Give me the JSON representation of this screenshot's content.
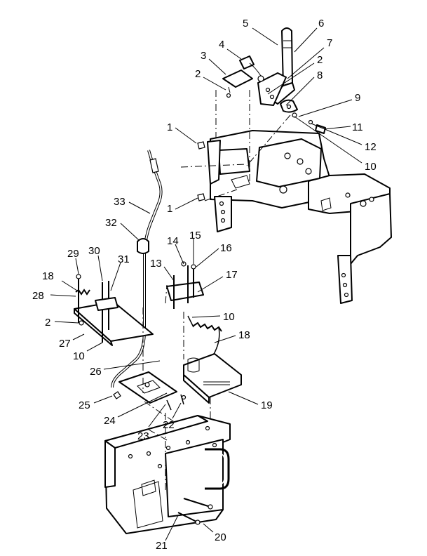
{
  "callouts": [
    {
      "id": "c5",
      "text": "5"
    },
    {
      "id": "c6",
      "text": "6"
    },
    {
      "id": "c4",
      "text": "4"
    },
    {
      "id": "c7",
      "text": "7"
    },
    {
      "id": "c3",
      "text": "3"
    },
    {
      "id": "c2a",
      "text": "2"
    },
    {
      "id": "c2b",
      "text": "2"
    },
    {
      "id": "c8",
      "text": "8"
    },
    {
      "id": "c9",
      "text": "9"
    },
    {
      "id": "c11",
      "text": "11"
    },
    {
      "id": "c1a",
      "text": "1"
    },
    {
      "id": "c12",
      "text": "12"
    },
    {
      "id": "c10a",
      "text": "10"
    },
    {
      "id": "c33",
      "text": "33"
    },
    {
      "id": "c1b",
      "text": "1"
    },
    {
      "id": "c32",
      "text": "32"
    },
    {
      "id": "c15",
      "text": "15"
    },
    {
      "id": "c14",
      "text": "14"
    },
    {
      "id": "c16",
      "text": "16"
    },
    {
      "id": "c29",
      "text": "29"
    },
    {
      "id": "c30",
      "text": "30"
    },
    {
      "id": "c31",
      "text": "31"
    },
    {
      "id": "c13",
      "text": "13"
    },
    {
      "id": "c17",
      "text": "17"
    },
    {
      "id": "c18a",
      "text": "18"
    },
    {
      "id": "c28",
      "text": "28"
    },
    {
      "id": "c10b",
      "text": "10"
    },
    {
      "id": "c2c",
      "text": "2"
    },
    {
      "id": "c18b",
      "text": "18"
    },
    {
      "id": "c27",
      "text": "27"
    },
    {
      "id": "c10c",
      "text": "10"
    },
    {
      "id": "c26",
      "text": "26"
    },
    {
      "id": "c19",
      "text": "19"
    },
    {
      "id": "c25",
      "text": "25"
    },
    {
      "id": "c24",
      "text": "24"
    },
    {
      "id": "c22",
      "text": "22"
    },
    {
      "id": "c23",
      "text": "23"
    },
    {
      "id": "c20",
      "text": "20"
    },
    {
      "id": "c21",
      "text": "21"
    }
  ]
}
